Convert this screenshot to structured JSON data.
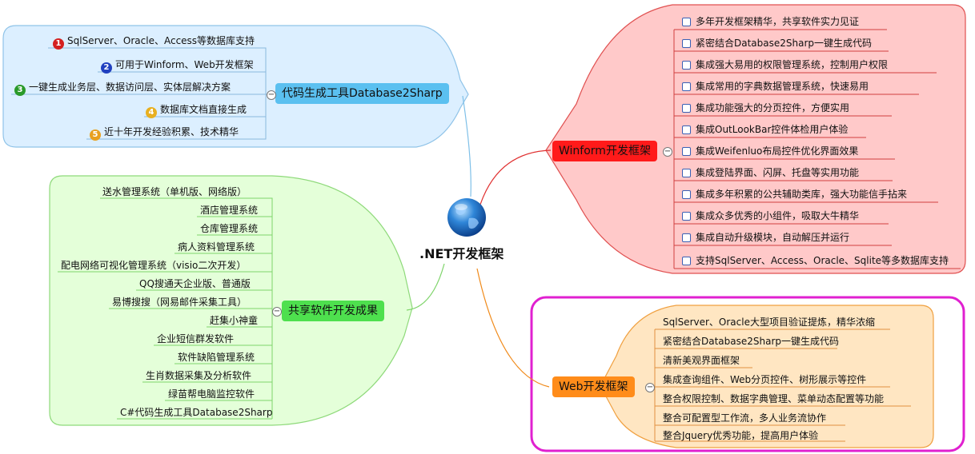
{
  "center": {
    "label": ".NET开发框架"
  },
  "branches": {
    "codegen": {
      "title": "代码生成工具Database2Sharp",
      "items": [
        {
          "num": "1",
          "text": "SqlServer、Oracle、Access等数据库支持"
        },
        {
          "num": "2",
          "text": "可用于Winform、Web开发框架"
        },
        {
          "num": "3",
          "text": "一键生成业务层、数据访问层、实体层解决方案"
        },
        {
          "num": "4",
          "text": "数据库文档直接生成"
        },
        {
          "num": "5",
          "text": "近十年开发经验积累、技术精华"
        }
      ]
    },
    "shared": {
      "title": "共享软件开发成果",
      "items": [
        "送水管理系统（单机版、网络版）",
        "酒店管理系统",
        "仓库管理系统",
        "病人资料管理系统",
        "配电网络可视化管理系统（visio二次开发）",
        "QQ搜通天企业版、普通版",
        "易博搜搜（网易邮件采集工具）",
        "赶集小神童",
        "企业短信群发软件",
        "软件缺陷管理系统",
        "生肖数据采集及分析软件",
        "绿苗帮电脑监控软件",
        "C#代码生成工具Database2Sharp"
      ]
    },
    "winform": {
      "title": "Winform开发框架",
      "items": [
        "多年开发框架精华，共享软件实力见证",
        "紧密结合Database2Sharp一键生成代码",
        "集成强大易用的权限管理系统，控制用户权限",
        "集成常用的字典数据管理系统，快速易用",
        "集成功能强大的分页控件，方便实用",
        "集成OutLookBar控件体检用户体验",
        "集成Weifenluo布局控件优化界面效果",
        "集成登陆界面、闪屏、托盘等实用功能",
        "集成多年积累的公共辅助类库，强大功能信手拈来",
        "集成众多优秀的小组件，吸取大牛精华",
        "集成自动升级模块，自动解压并运行",
        "支持SqlServer、Access、Oracle、Sqlite等多数据库支持"
      ]
    },
    "web": {
      "title": "Web开发框架",
      "items": [
        "SqlServer、Oracle大型项目验证提炼，精华浓缩",
        "紧密结合Database2Sharp一键生成代码",
        "清新美观界面框架",
        "集成查询组件、Web分页控件、树形展示等控件",
        "整合权限控制、数据字典管理、菜单动态配置等功能",
        "整合可配置型工作流，多人业务流协作",
        "整合Jquery优秀功能，提高用户体验"
      ]
    }
  },
  "colors": {
    "codegen_fill": "#dcefff",
    "codegen_stroke": "#8fc3e8",
    "codegen_title": "#5bc0f0",
    "shared_fill": "#e4ffd9",
    "shared_stroke": "#8ed97a",
    "shared_title": "#4ee04e",
    "winform_fill": "#ffc9c9",
    "winform_stroke": "#e05050",
    "winform_title": "#ff1a1a",
    "web_fill": "#ffe6c2",
    "web_stroke": "#f0a040",
    "web_title": "#ff8c1a",
    "web_frame": "#e020d0",
    "num_colors": [
      "#d42020",
      "#2040c0",
      "#2a9a2a",
      "#e8b020",
      "#e8a020"
    ]
  },
  "icons": {
    "center": "globe-icon",
    "item": "checkbox-icon",
    "collapse": "minus-icon"
  }
}
